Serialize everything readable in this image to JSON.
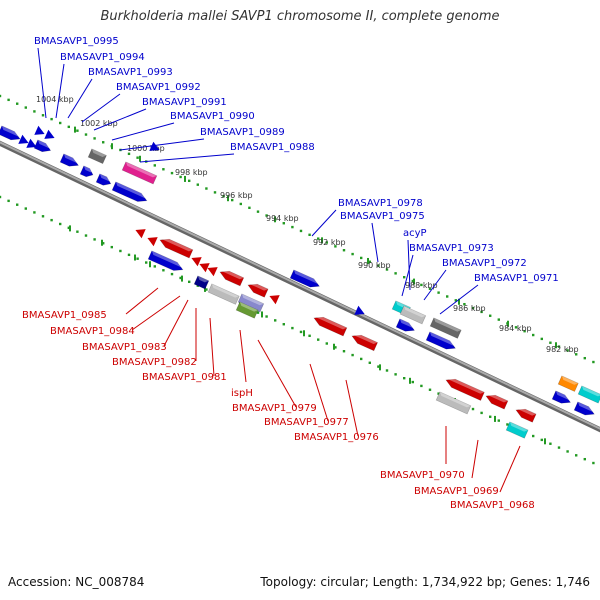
{
  "title": "Burkholderia mallei SAVP1 chromosome II, complete genome",
  "footer": {
    "accession": "Accession: NC_008784",
    "topology": "Topology: circular; Length: 1,734,922 bp; Genes: 1,746"
  },
  "colors": {
    "plus_strand": "#0000cc",
    "minus_strand": "#cc0000",
    "kbp_marks": "#229922",
    "backbone": "#888888"
  },
  "kbp_labels": [
    "1004 kbp",
    "1002 kbp",
    "1000 kbp",
    "998 kbp",
    "996 kbp",
    "994 kbp",
    "992 kbp",
    "990 kbp",
    "988 kbp",
    "986 kbp",
    "984 kbp",
    "982 kbp"
  ],
  "top_labels": [
    "BMASAVP1_0995",
    "BMASAVP1_0994",
    "BMASAVP1_0993",
    "BMASAVP1_0992",
    "BMASAVP1_0991",
    "BMASAVP1_0990",
    "BMASAVP1_0989",
    "BMASAVP1_0988",
    "BMASAVP1_0978",
    "BMASAVP1_0975",
    "acyP",
    "BMASAVP1_0973",
    "BMASAVP1_0972",
    "BMASAVP1_0971"
  ],
  "bottom_labels": [
    "BMASAVP1_0985",
    "BMASAVP1_0984",
    "BMASAVP1_0983",
    "BMASAVP1_0982",
    "BMASAVP1_0981",
    "ispH",
    "BMASAVP1_0979",
    "BMASAVP1_0977",
    "BMASAVP1_0976",
    "BMASAVP1_0970",
    "BMASAVP1_0969",
    "BMASAVP1_0968"
  ]
}
